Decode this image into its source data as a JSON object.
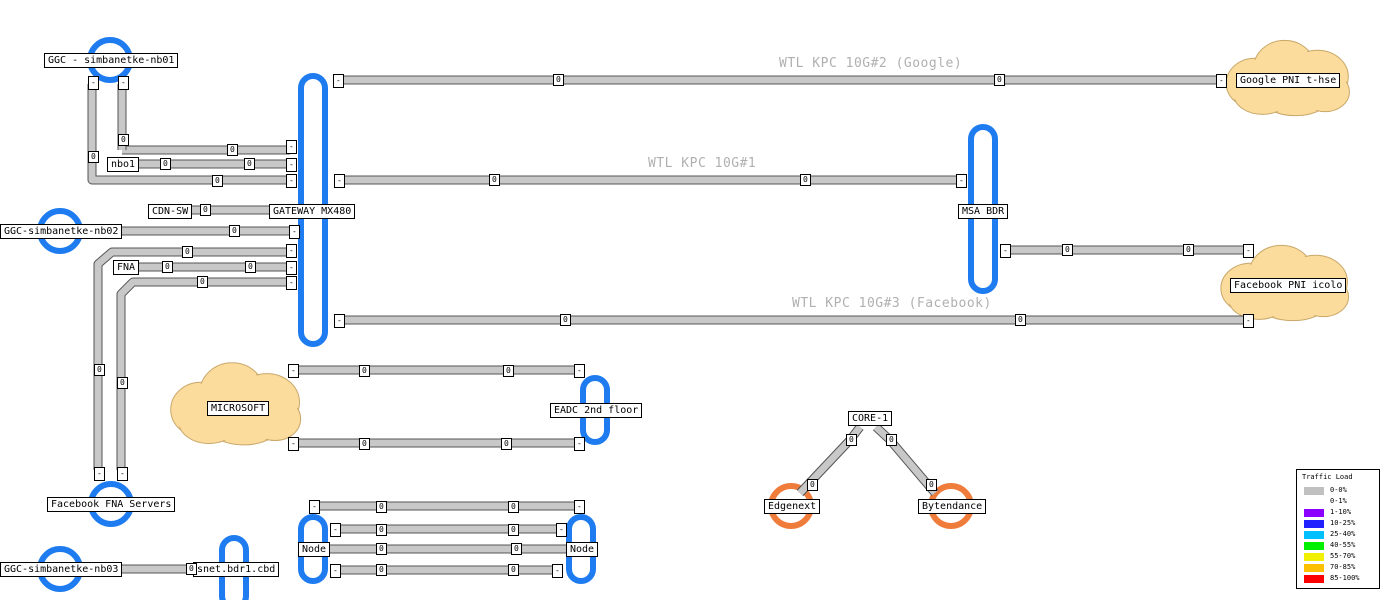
{
  "colors": {
    "link_fill": "#c8c8c8",
    "link_stroke": "#555555",
    "loop_blue": "#1e7cf0",
    "loop_orange": "#f07c3c",
    "cloud_fill": "#fbdc9c",
    "cloud_stroke": "#c9a86a"
  },
  "nodes": {
    "ggc_nb01": "GGC - simbanetke-nb01",
    "nbo1": "nbo1",
    "cdn_sw": "CDN-SW",
    "gateway": "GATEWAY MX480",
    "ggc_nb02": "GGC-simbanetke-nb02",
    "fna": "FNA",
    "msa_bdr": "MSA BDR",
    "google_pni": "Google PNI t-hse",
    "facebook_pni": "Facebook PNI icolo",
    "microsoft": "MICROSOFT",
    "eadc": "EADC 2nd floor",
    "core1": "CORE-1",
    "edgenext": "Edgenext",
    "bytendance": "Bytendance",
    "fb_fna_servers": "Facebook FNA Servers",
    "ggc_nb03": "GGC-simbanetke-nb03",
    "snet_bdr1": "snet.bdr1.cbd",
    "node_left": "Node",
    "node_right": "Node"
  },
  "link_labels": {
    "wtl_google": "WTL KPC 10G#2 (Google)",
    "wtl_1": "WTL KPC 10G#1",
    "wtl_facebook": "WTL KPC 10G#3 (Facebook)"
  },
  "bw_values": {
    "zero": "0",
    "dash": "-"
  },
  "legend": {
    "title": "Traffic Load",
    "rows": [
      {
        "label": "0-0%",
        "color": "#c0c0c0"
      },
      {
        "label": "0-1%",
        "color": "#ffffff"
      },
      {
        "label": "1-10%",
        "color": "#8c00ff"
      },
      {
        "label": "10-25%",
        "color": "#2020ff"
      },
      {
        "label": "25-40%",
        "color": "#00c0ff"
      },
      {
        "label": "40-55%",
        "color": "#00f000"
      },
      {
        "label": "55-70%",
        "color": "#f0f000"
      },
      {
        "label": "70-85%",
        "color": "#ffc000"
      },
      {
        "label": "85-100%",
        "color": "#ff0000"
      }
    ]
  }
}
